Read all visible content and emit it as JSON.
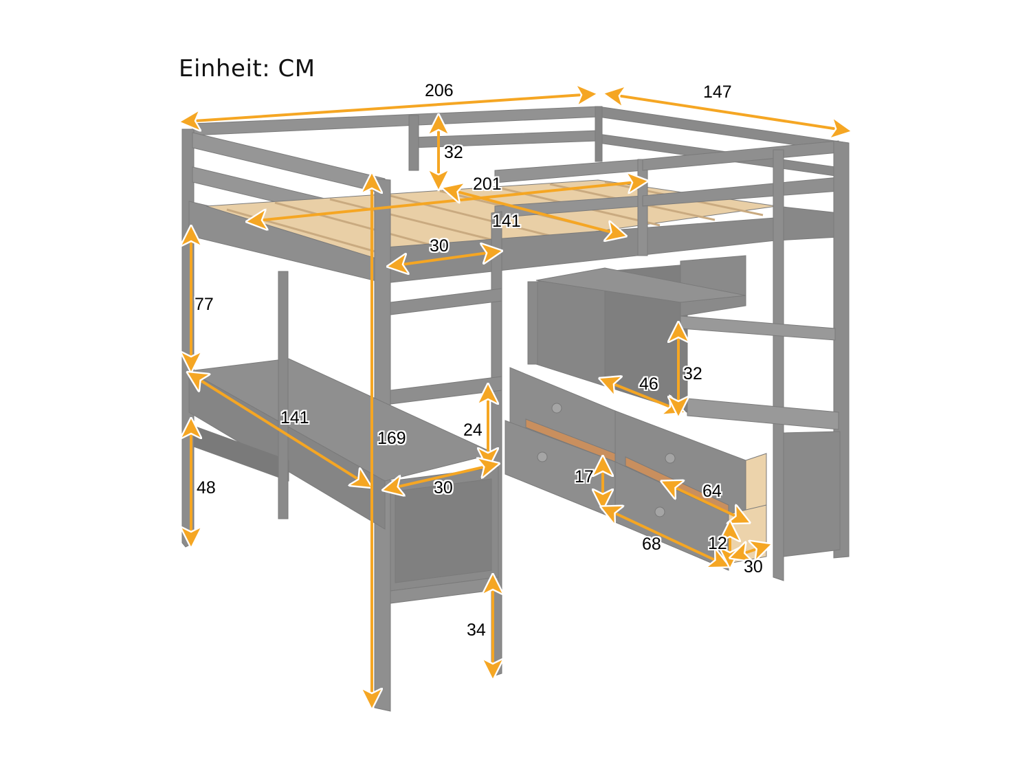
{
  "title": "Einheit: CM",
  "colors": {
    "frame": "#8c8c8c",
    "frame_dark": "#767676",
    "frame_light": "#a3a3a3",
    "slats": "#e9cfa6",
    "drawer_inside": "#c98f5e",
    "drawer_box": "#ecd3ab",
    "arrow": "#f5a623",
    "background": "#ffffff",
    "text": "#000000"
  },
  "dimensions": {
    "overall_length": "206",
    "overall_width": "147",
    "guardrail_height": "32",
    "mattress_length": "201",
    "mattress_width": "141",
    "ladder_width_top": "30",
    "desk_clearance": "77",
    "desk_length": "141",
    "desk_height": "48",
    "total_height": "169",
    "ladder_step_height": "24",
    "desk_shelf_depth": "30",
    "ladder_bottom_height": "34",
    "shelf_width": "46",
    "shelf_height": "32",
    "drawer_height": "17",
    "drawer_length": "68",
    "drawer_depth": "64",
    "drawer_inner_height": "12",
    "drawer_side_depth": "30"
  }
}
